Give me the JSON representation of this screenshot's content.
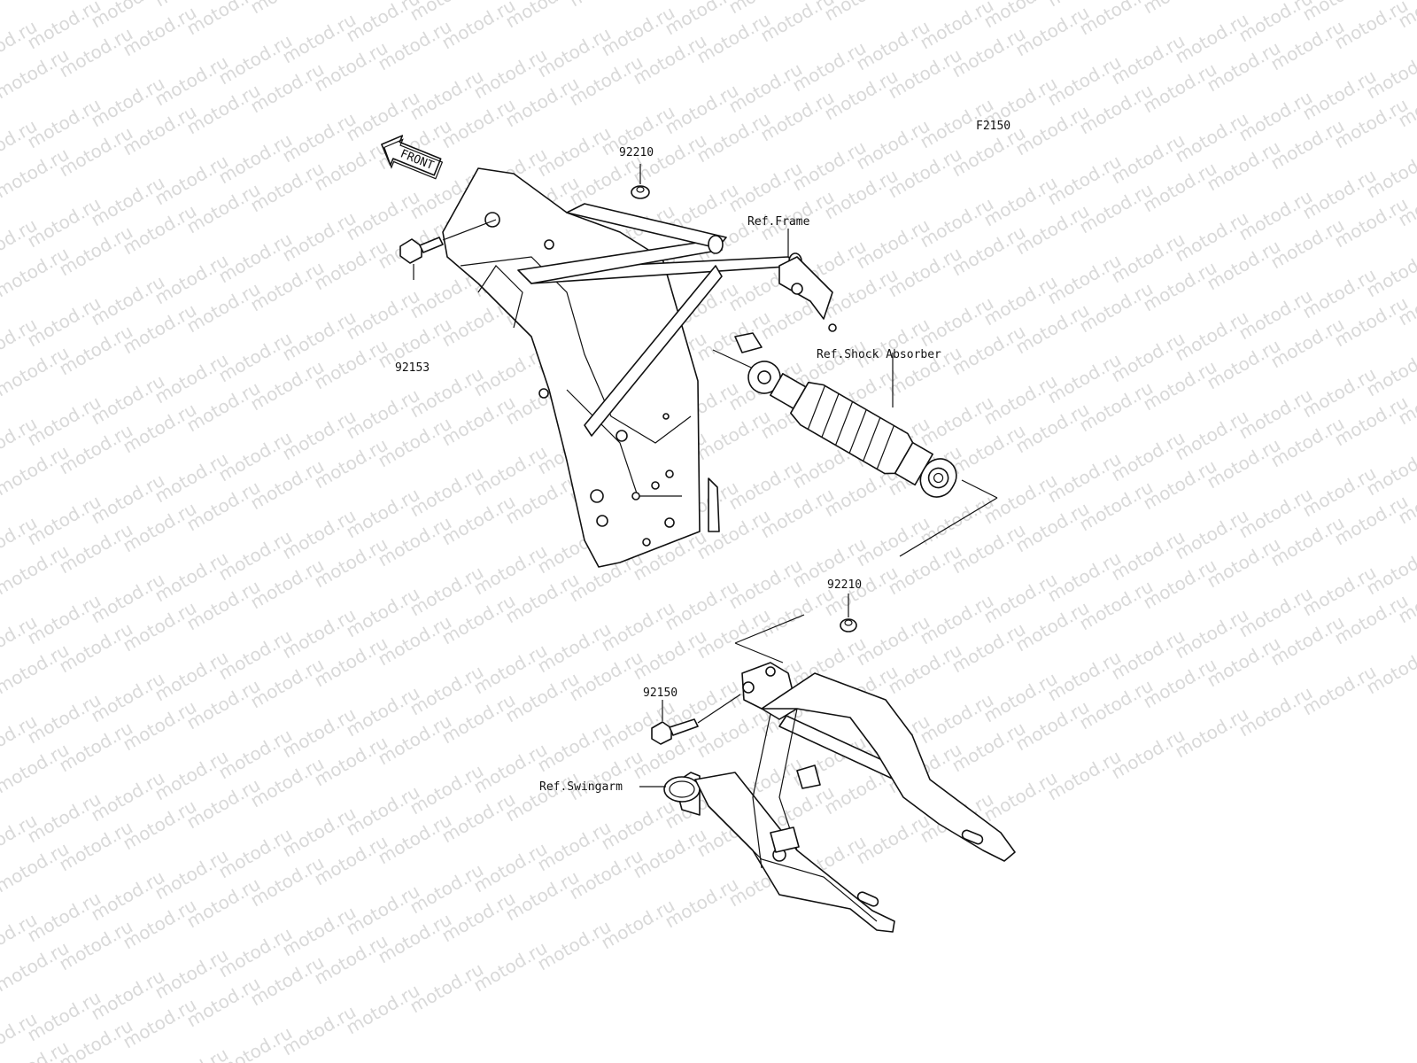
{
  "watermark": "motod.ru",
  "figure_code": "F2150",
  "front_marker": "FRONT",
  "callouts": {
    "nut_upper": "92210",
    "bolt_upper": "92153",
    "ref_frame": "Ref.Frame",
    "ref_shock": "Ref.Shock Absorber",
    "nut_lower": "92210",
    "bolt_lower": "92150",
    "ref_swingarm": "Ref.Swingarm"
  }
}
